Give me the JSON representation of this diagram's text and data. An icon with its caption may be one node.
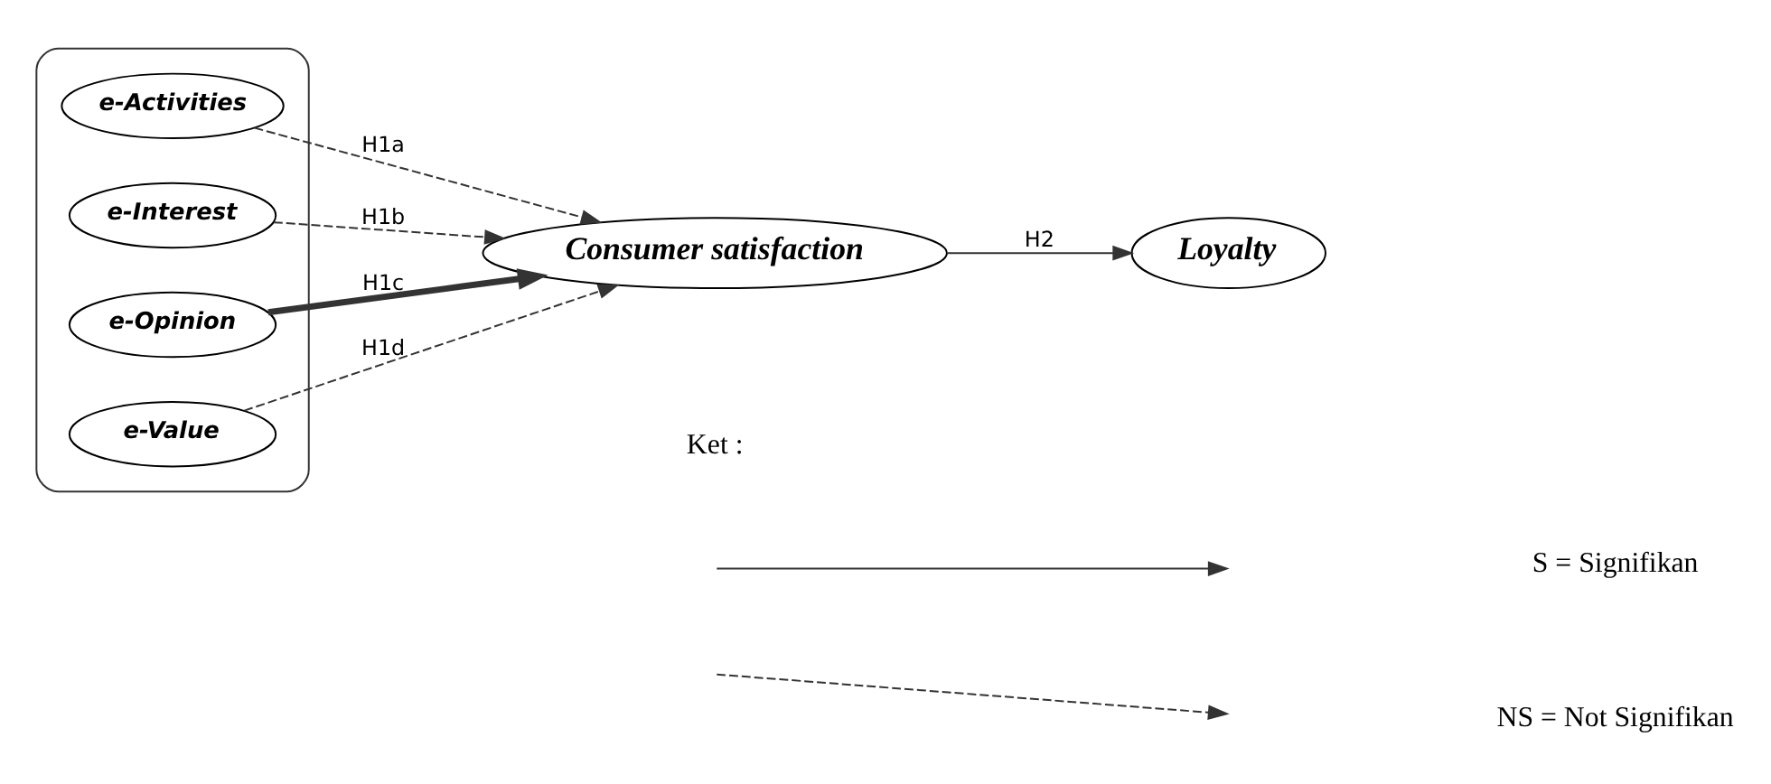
{
  "diagram": {
    "nodes": [
      {
        "text": [],
        "shape": "box"
      },
      {
        "text": [
          "e-Activities"
        ],
        "in": 0
      },
      {
        "text": [
          "e-Interest"
        ],
        "in": 0
      },
      {
        "text": [
          "e-Opinion"
        ],
        "in": 0
      },
      {
        "text": [
          "e-Value"
        ],
        "in": 0
      },
      {
        "text": [
          "Consumer satisfaction"
        ]
      },
      {
        "text": [
          "Loyalty"
        ]
      }
    ],
    "edges": [
      {
        "from": 1,
        "to": 5,
        "arrow": "to",
        "label": "H1a",
        "style": "dashed"
      },
      {
        "from": 2,
        "to": 5,
        "arrow": "to",
        "label": "H1b",
        "style": "dashed"
      },
      {
        "from": 3,
        "to": 5,
        "arrow": "to",
        "label": "H1c",
        "style": "thick"
      },
      {
        "from": 4,
        "to": 5,
        "arrow": "to",
        "label": "H1d",
        "style": "dashed"
      },
      {
        "from": 5,
        "to": 6,
        "arrow": "to",
        "label": "H2"
      }
    ],
    "labels": [
      "Ket :"
    ],
    "legend": [
      {
        "text": "S = Signifikan"
      },
      {
        "text": "NS = Not Signifikan"
      }
    ]
  }
}
